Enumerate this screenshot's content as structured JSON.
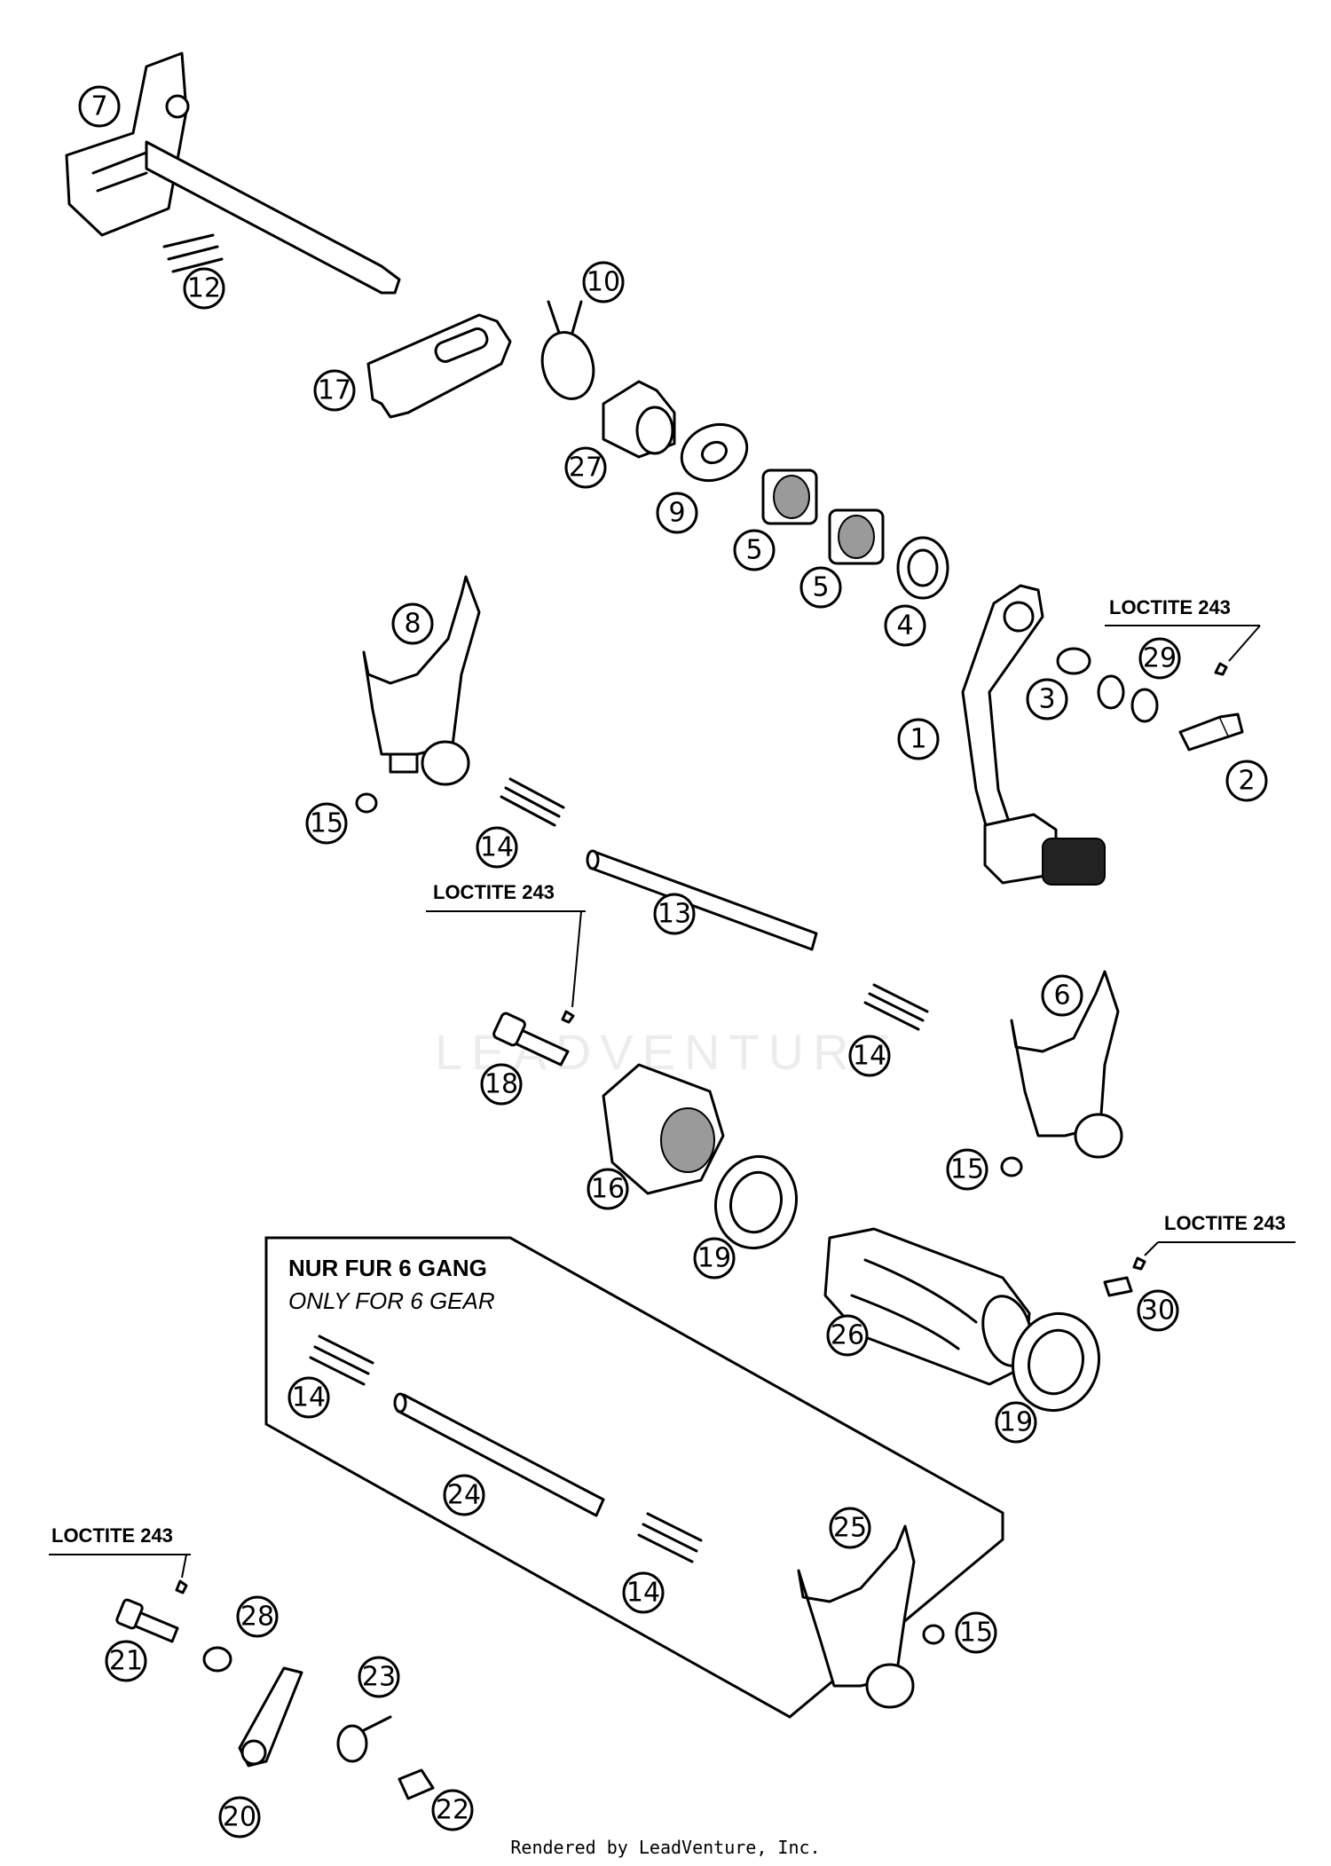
{
  "watermark": "LEADVENTURE",
  "footer_text": "Rendered by LeadVenture, Inc.",
  "note_box": {
    "title": "NUR FUR 6 GANG",
    "subtitle": "ONLY FOR 6 GEAR"
  },
  "loctite_label": "LOCTITE 243",
  "callouts": {
    "c1": "1",
    "c2": "2",
    "c3": "3",
    "c4": "4",
    "c5a": "5",
    "c5b": "5",
    "c6": "6",
    "c7": "7",
    "c8": "8",
    "c9": "9",
    "c10": "10",
    "c12": "12",
    "c13": "13",
    "c14a": "14",
    "c14b": "14",
    "c14c": "14",
    "c14d": "14",
    "c15a": "15",
    "c15b": "15",
    "c15c": "15",
    "c16": "16",
    "c17": "17",
    "c18": "18",
    "c19a": "19",
    "c19b": "19",
    "c20": "20",
    "c21": "21",
    "c22": "22",
    "c23": "23",
    "c24": "24",
    "c25": "25",
    "c26": "26",
    "c27": "27",
    "c28": "28",
    "c29": "29",
    "c30": "30"
  }
}
